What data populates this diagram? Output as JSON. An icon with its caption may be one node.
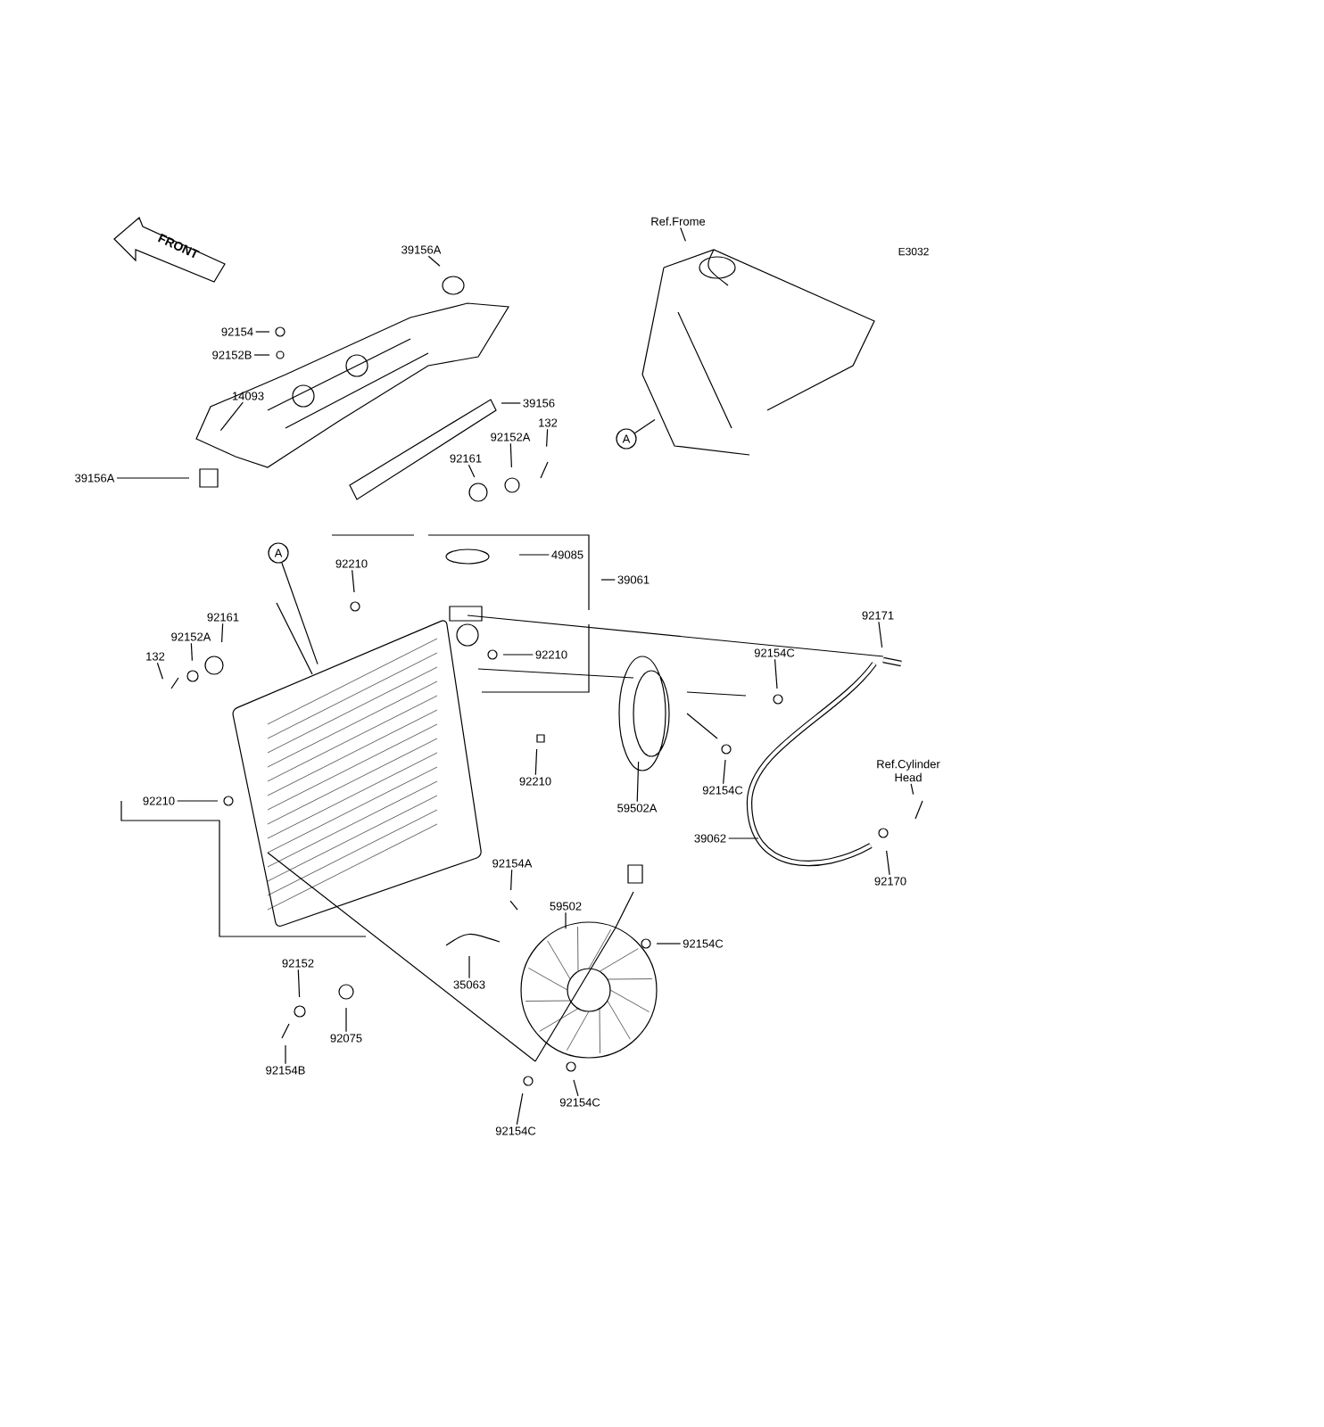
{
  "diagram": {
    "nodes": [
      {
        "text": [
          "39156A"
        ]
      },
      {
        "text": [
          "92154"
        ]
      },
      {
        "text": [
          "92152B"
        ]
      },
      {
        "text": [
          "14093"
        ]
      },
      {
        "text": [
          "39156A"
        ]
      },
      {
        "text": [
          "39156"
        ]
      },
      {
        "text": [
          "92152A"
        ]
      },
      {
        "text": [
          "132"
        ]
      },
      {
        "text": [
          "92161"
        ]
      },
      {
        "text": [
          "A"
        ]
      },
      {
        "text": [
          "A"
        ]
      },
      {
        "text": [
          "92210"
        ]
      },
      {
        "text": [
          "49085"
        ]
      },
      {
        "text": [
          "39061"
        ]
      },
      {
        "text": [
          "92210"
        ]
      },
      {
        "text": [
          "92161"
        ]
      },
      {
        "text": [
          "92152A"
        ]
      },
      {
        "text": [
          "132"
        ]
      },
      {
        "text": [
          "92210"
        ]
      },
      {
        "text": [
          "92210"
        ]
      },
      {
        "text": [
          "92171"
        ]
      },
      {
        "text": [
          "92154C"
        ]
      },
      {
        "text": [
          "92154C"
        ]
      },
      {
        "text": [
          "59502A"
        ]
      },
      {
        "text": [
          "Ref.Cylinder Head"
        ]
      },
      {
        "text": [
          "39062"
        ]
      },
      {
        "text": [
          "92170"
        ]
      },
      {
        "text": [
          "92154A"
        ]
      },
      {
        "text": [
          "59502"
        ]
      },
      {
        "text": [
          "92154C"
        ]
      },
      {
        "text": [
          "35063"
        ]
      },
      {
        "text": [
          "92152"
        ]
      },
      {
        "text": [
          "92075"
        ]
      },
      {
        "text": [
          "92154B"
        ]
      },
      {
        "text": [
          "92154C"
        ]
      },
      {
        "text": [
          "92154C"
        ]
      },
      {
        "text": [
          "Ref.Frome"
        ]
      }
    ],
    "edges": [
      {
        "from": 0,
        "to": null,
        "arrow": "none"
      },
      {
        "from": 1,
        "to": null,
        "arrow": "none"
      },
      {
        "from": 2,
        "to": null,
        "arrow": "none"
      },
      {
        "from": 3,
        "to": null,
        "arrow": "none"
      },
      {
        "from": 4,
        "to": null,
        "arrow": "none"
      },
      {
        "from": 5,
        "to": null,
        "arrow": "none"
      },
      {
        "from": 6,
        "to": null,
        "arrow": "none"
      },
      {
        "from": 7,
        "to": null,
        "arrow": "none"
      },
      {
        "from": 8,
        "to": null,
        "arrow": "none"
      },
      {
        "from": 9,
        "to": null,
        "arrow": "none"
      },
      {
        "from": 10,
        "to": null,
        "arrow": "none"
      },
      {
        "from": 11,
        "to": null,
        "arrow": "none"
      },
      {
        "from": 12,
        "to": null,
        "arrow": "none"
      },
      {
        "from": 13,
        "to": null,
        "arrow": "none"
      },
      {
        "from": 14,
        "to": null,
        "arrow": "none"
      },
      {
        "from": 15,
        "to": null,
        "arrow": "none"
      },
      {
        "from": 16,
        "to": null,
        "arrow": "none"
      },
      {
        "from": 17,
        "to": null,
        "arrow": "none"
      },
      {
        "from": 18,
        "to": null,
        "arrow": "none"
      },
      {
        "from": 19,
        "to": null,
        "arrow": "none"
      },
      {
        "from": 20,
        "to": null,
        "arrow": "none"
      },
      {
        "from": 21,
        "to": null,
        "arrow": "none"
      },
      {
        "from": 22,
        "to": null,
        "arrow": "none"
      },
      {
        "from": 23,
        "to": null,
        "arrow": "none"
      },
      {
        "from": 24,
        "to": null,
        "arrow": "none"
      },
      {
        "from": 25,
        "to": null,
        "arrow": "none"
      },
      {
        "from": 26,
        "to": null,
        "arrow": "none"
      },
      {
        "from": 27,
        "to": null,
        "arrow": "none"
      },
      {
        "from": 28,
        "to": null,
        "arrow": "none"
      },
      {
        "from": 29,
        "to": null,
        "arrow": "none"
      },
      {
        "from": 30,
        "to": null,
        "arrow": "none"
      },
      {
        "from": 31,
        "to": null,
        "arrow": "none"
      },
      {
        "from": 32,
        "to": null,
        "arrow": "none"
      },
      {
        "from": 33,
        "to": null,
        "arrow": "none"
      },
      {
        "from": 34,
        "to": null,
        "arrow": "none"
      },
      {
        "from": 35,
        "to": null,
        "arrow": "none"
      },
      {
        "from": 36,
        "to": null,
        "arrow": "none"
      }
    ],
    "labels": [
      "E3032",
      "FRONT"
    ]
  }
}
